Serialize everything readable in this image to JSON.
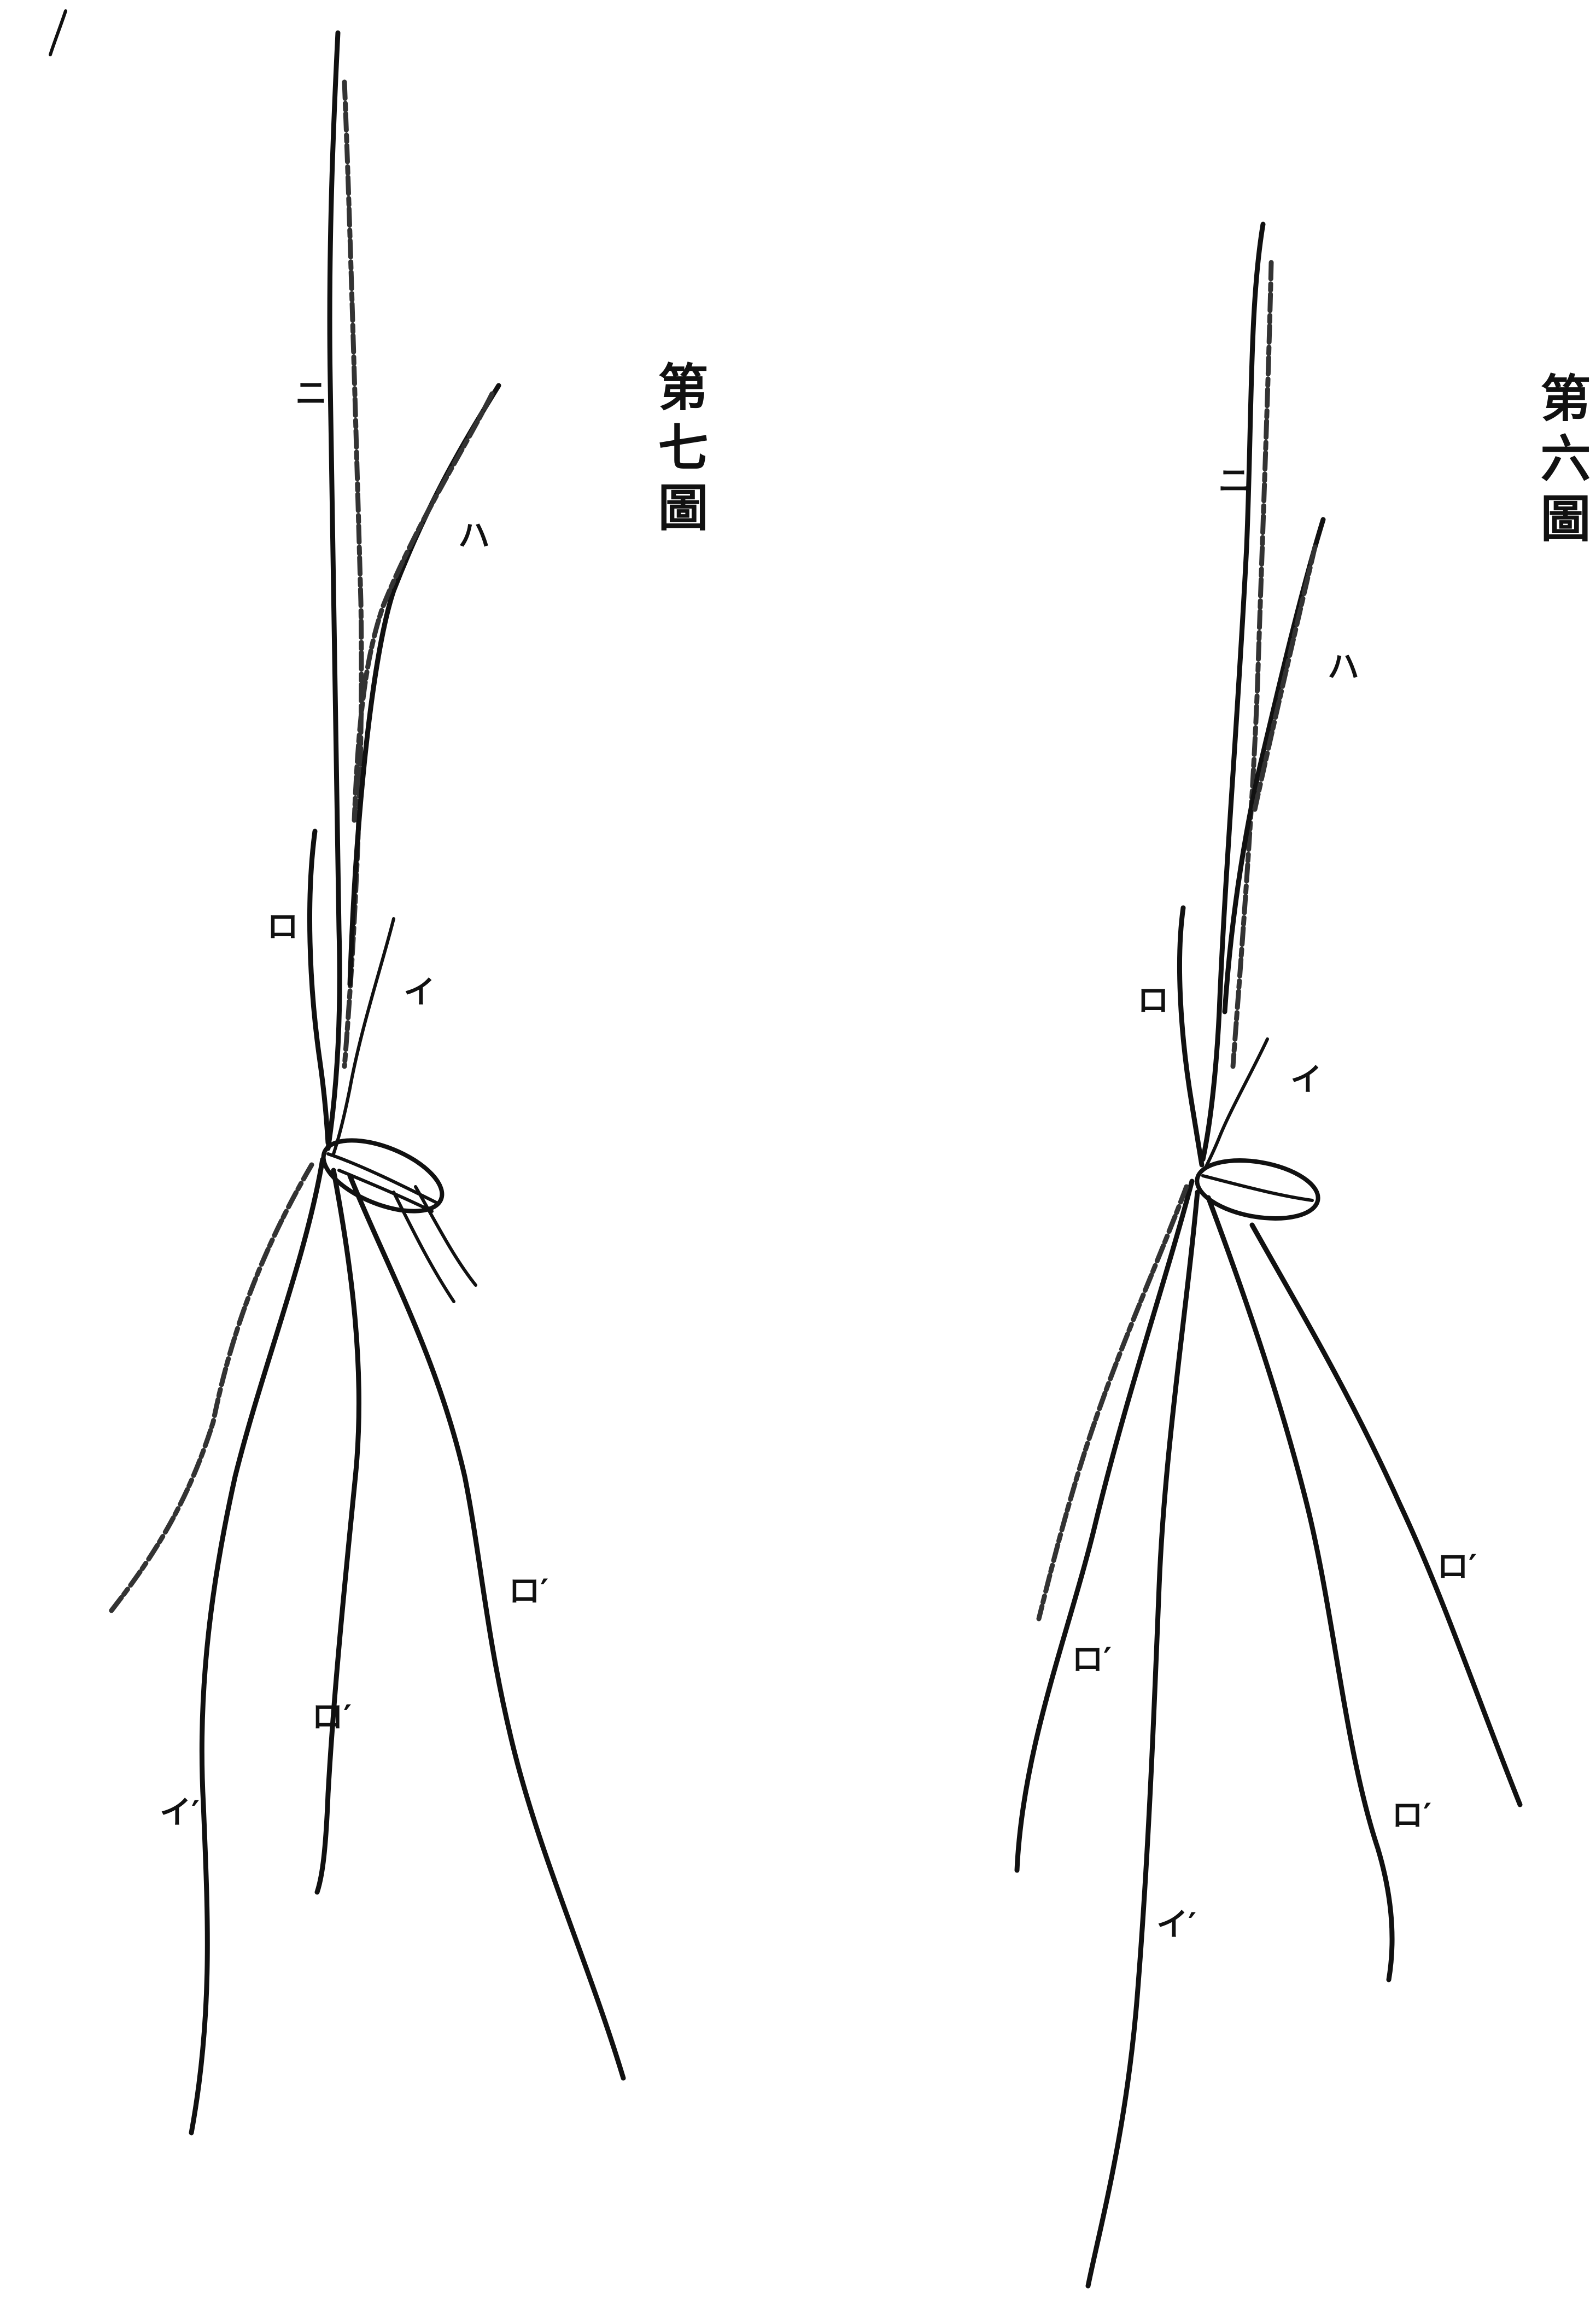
{
  "figures": {
    "left": {
      "title": "第七圖",
      "labels": {
        "ni": "ニ",
        "ha": "ハ",
        "ro": "ロ",
        "i": "イ",
        "ro_prime_right": "ロ′",
        "ro_prime_center": "ロ′",
        "i_prime": "イ′"
      }
    },
    "right": {
      "title": "第六圖",
      "labels": {
        "ni": "ニ",
        "ha": "ハ",
        "ro": "ロ",
        "i": "イ",
        "ro_prime_left": "ロ′",
        "ro_prime_right": "ロ′",
        "ro_prime_lower": "ロ′",
        "i_prime": "イ′"
      }
    }
  },
  "colors": {
    "ink": "#111111",
    "paper": "#ffffff"
  }
}
